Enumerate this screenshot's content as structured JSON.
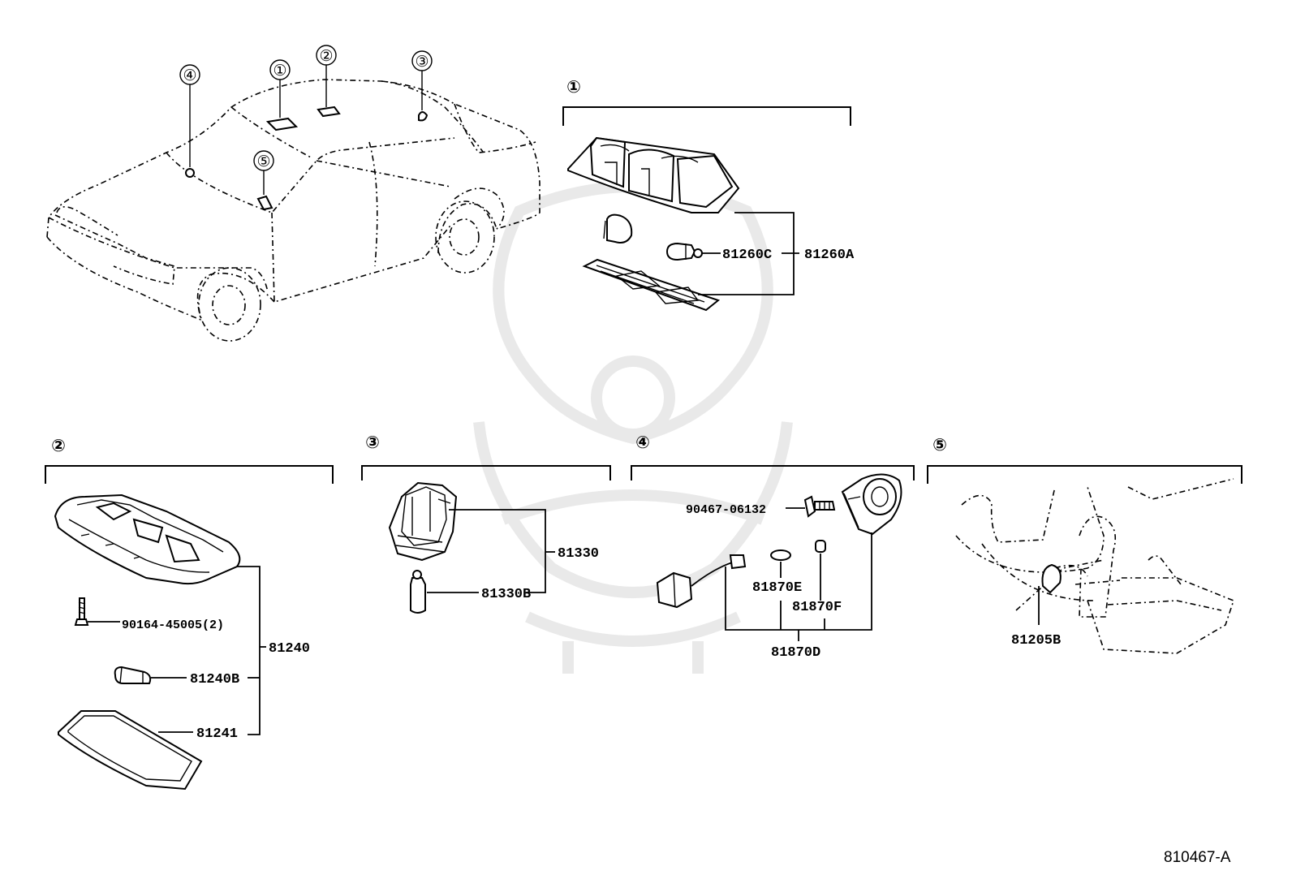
{
  "car_callouts": [
    "④",
    "①",
    "②",
    "③",
    "⑤"
  ],
  "sections": [
    {
      "marker": "①",
      "parts": [
        "81260C",
        "81260A"
      ]
    },
    {
      "marker": "②",
      "parts": [
        "90164-45005(2)",
        "81240",
        "81240B",
        "81241"
      ]
    },
    {
      "marker": "③",
      "parts": [
        "81330",
        "81330B"
      ]
    },
    {
      "marker": "④",
      "parts": [
        "90467-06132",
        "81870E",
        "81870F",
        "81870D"
      ]
    },
    {
      "marker": "⑤",
      "parts": [
        "81205B"
      ]
    }
  ],
  "figure_id": "810467-A"
}
